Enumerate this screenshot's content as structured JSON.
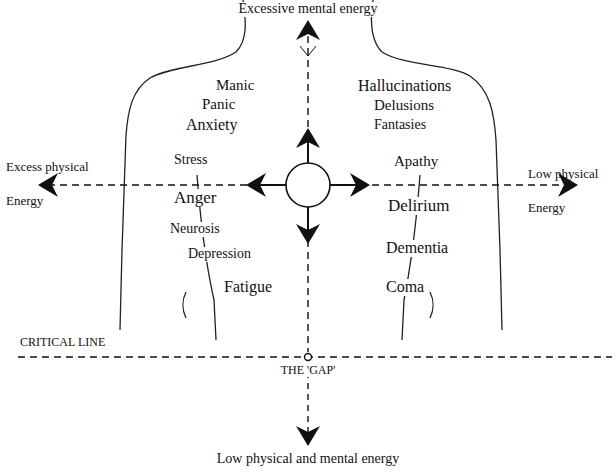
{
  "diagram": {
    "labels": [
      "Excessive mental energy",
      "Manic",
      "Panic",
      "Anxiety",
      "Stress",
      "Anger",
      "Neurosis",
      "Depression",
      "Fatigue",
      "Hallucinations",
      "Delusions",
      "Fantasies",
      "Apathy",
      "Delirium",
      "Dementia",
      "Coma",
      "Excess physical Energy",
      "Low physical Energy",
      "CRITICAL LINE",
      "THE 'GAP'",
      "Low physical and mental energy"
    ]
  }
}
